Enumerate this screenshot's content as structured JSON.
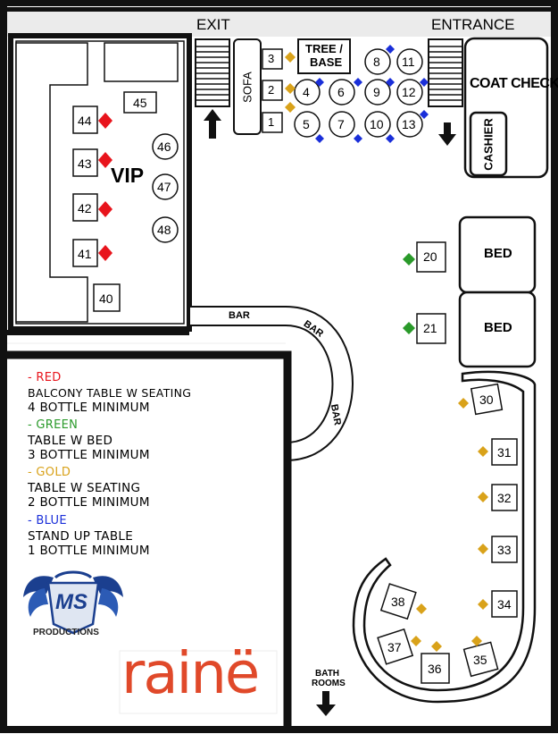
{
  "labels": {
    "exit": "EXIT",
    "entrance": "ENTRANCE",
    "sofa": "SOFA",
    "tree_base_line1": "TREE /",
    "tree_base_line2": "BASE",
    "coat_check": "COAT CHECK",
    "cashier": "CASHIER",
    "vip": "VIP",
    "bar": "BAR",
    "bed": "BED",
    "bathrooms_line1": "BATH",
    "bathrooms_line2": "ROOMS"
  },
  "tables": {
    "t1": "1",
    "t2": "2",
    "t3": "3",
    "t4": "4",
    "t5": "5",
    "t6": "6",
    "t7": "7",
    "t8": "8",
    "t9": "9",
    "t10": "10",
    "t11": "11",
    "t12": "12",
    "t13": "13",
    "t20": "20",
    "t21": "21",
    "t30": "30",
    "t31": "31",
    "t32": "32",
    "t33": "33",
    "t34": "34",
    "t35": "35",
    "t36": "36",
    "t37": "37",
    "t38": "38",
    "t40": "40",
    "t41": "41",
    "t42": "42",
    "t43": "43",
    "t44": "44",
    "t45": "45",
    "t46": "46",
    "t47": "47",
    "t48": "48"
  },
  "legend": {
    "red_title": "- RED",
    "red_desc": "BALCONY TABLE W SEATING",
    "red_min": "4 BOTTLE MINIMUM",
    "green_title": "- GREEN",
    "green_desc": "TABLE W BED",
    "green_min": "3 BOTTLE MINIMUM",
    "gold_title": "- GOLD",
    "gold_desc": "TABLE W SEATING",
    "gold_min": "2 BOTTLE MINIMUM",
    "blue_title": "- BLUE",
    "blue_desc": "STAND UP TABLE",
    "blue_min": "1 BOTTLE MINIMUM"
  },
  "logos": {
    "ms": "MS",
    "productions": "PRODUCTIONS",
    "raine": "rainë"
  },
  "colors": {
    "red": "#e8141c",
    "green": "#2a9a2a",
    "gold": "#d9a21a",
    "blue": "#1a2fd9",
    "raine": "#e0492a"
  }
}
